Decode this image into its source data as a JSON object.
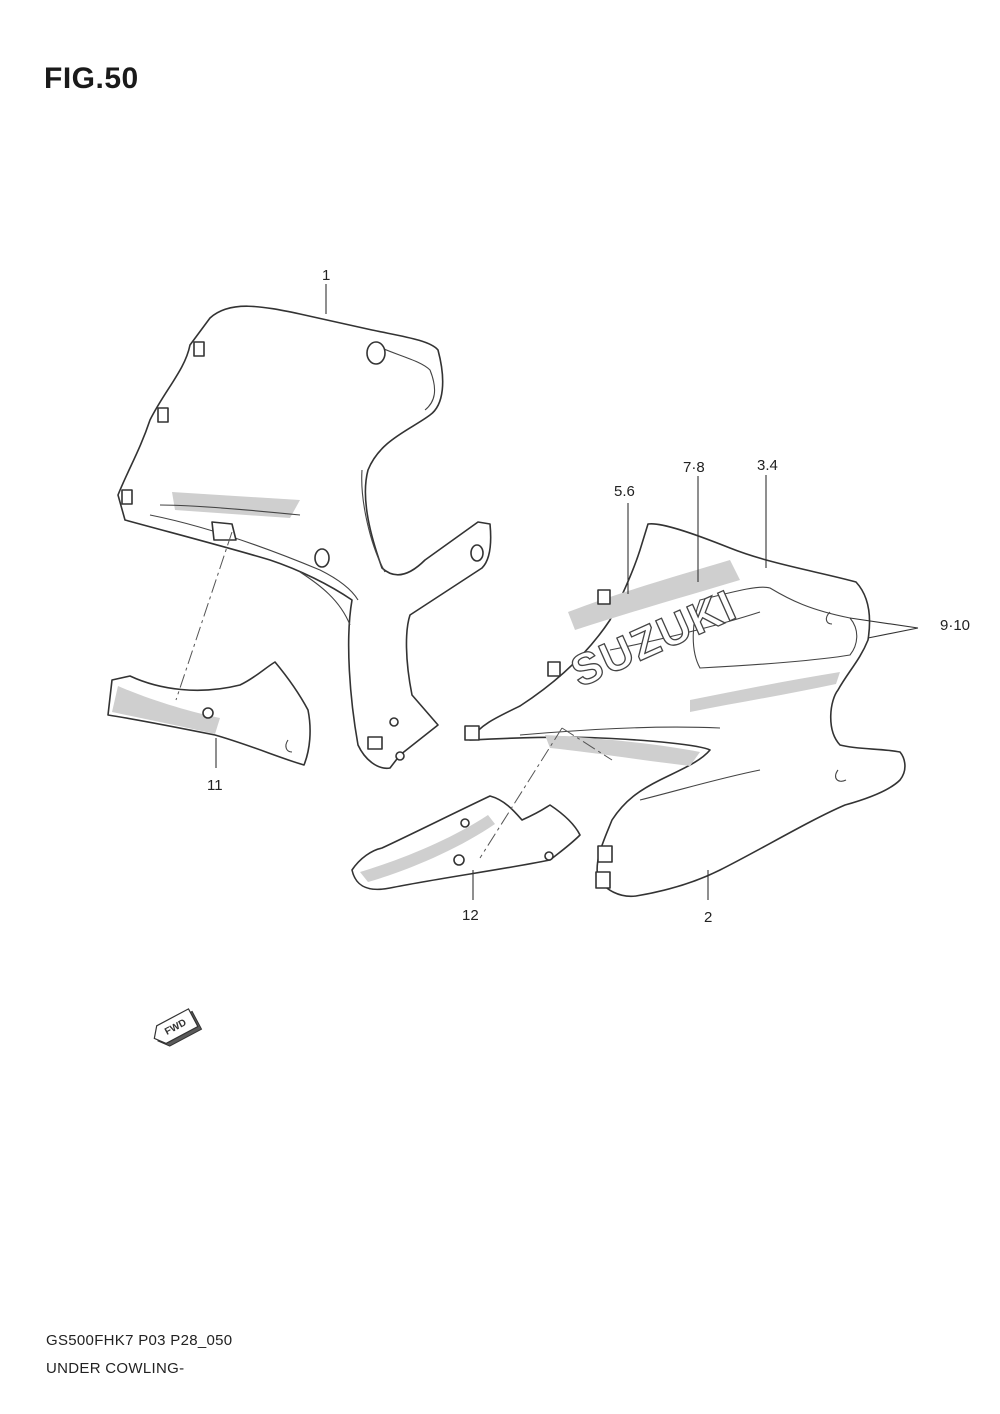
{
  "figure": {
    "title": "FIG.50"
  },
  "callouts": {
    "c1": "1",
    "c2": "2",
    "c34": "3.4",
    "c56": "5.6",
    "c78": "7·8",
    "c910": "9·10",
    "c11": "11",
    "c12": "12"
  },
  "logo_text": "SUZUKI",
  "fwd_label": "FWD",
  "footer": {
    "code": "GS500FHK7 P03 P28_050",
    "name": "UNDER COWLING-"
  }
}
